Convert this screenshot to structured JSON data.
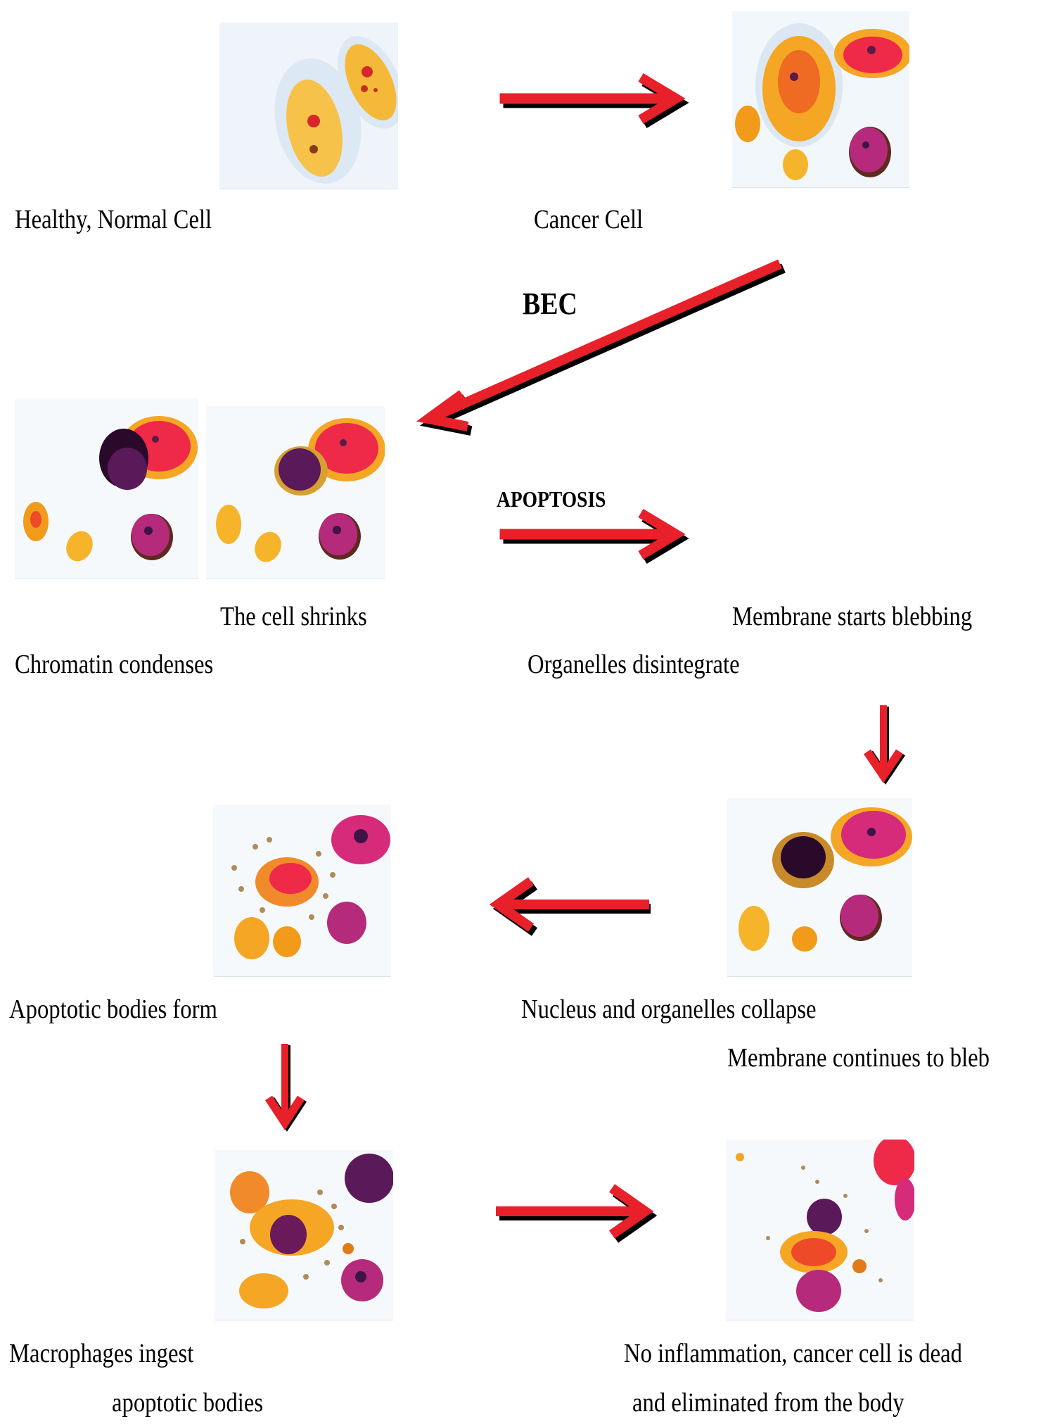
{
  "colors": {
    "arrow": "#e8202a",
    "arrow_shadow": "#000000"
  },
  "labels": {
    "healthy": "Healthy, Normal Cell",
    "cancer": "Cancer Cell",
    "bec": "BEC",
    "apoptosis": "APOPTOSIS",
    "shrinks": "The cell shrinks",
    "blebbing_start": "Membrane starts blebbing",
    "chromatin": "Chromatin condenses",
    "organelles": "Organelles disintegrate",
    "bodies_form": "Apoptotic bodies form",
    "collapse": "Nucleus and organelles collapse",
    "bleb_continue": "Membrane continues to bleb",
    "macrophages_1": "Macrophages ingest",
    "macrophages_2": "apoptotic bodies",
    "no_inflammation_1": "No inflammation, cancer cell is dead",
    "no_inflammation_2": "and eliminated from the body"
  },
  "images": [
    {
      "id": "healthy-cell",
      "stage": "Healthy, Normal Cell"
    },
    {
      "id": "cancer-cell",
      "stage": "Cancer Cell"
    },
    {
      "id": "chromatin-condensing",
      "stage": "Chromatin condenses"
    },
    {
      "id": "cell-shrinking",
      "stage": "The cell shrinks"
    },
    {
      "id": "membrane-blebbing",
      "stage": "Nucleus and organelles collapse"
    },
    {
      "id": "apoptotic-bodies",
      "stage": "Apoptotic bodies form"
    },
    {
      "id": "macrophage-ingestion",
      "stage": "Macrophages ingest apoptotic bodies"
    },
    {
      "id": "cell-eliminated",
      "stage": "No inflammation, cancer cell is dead"
    }
  ]
}
